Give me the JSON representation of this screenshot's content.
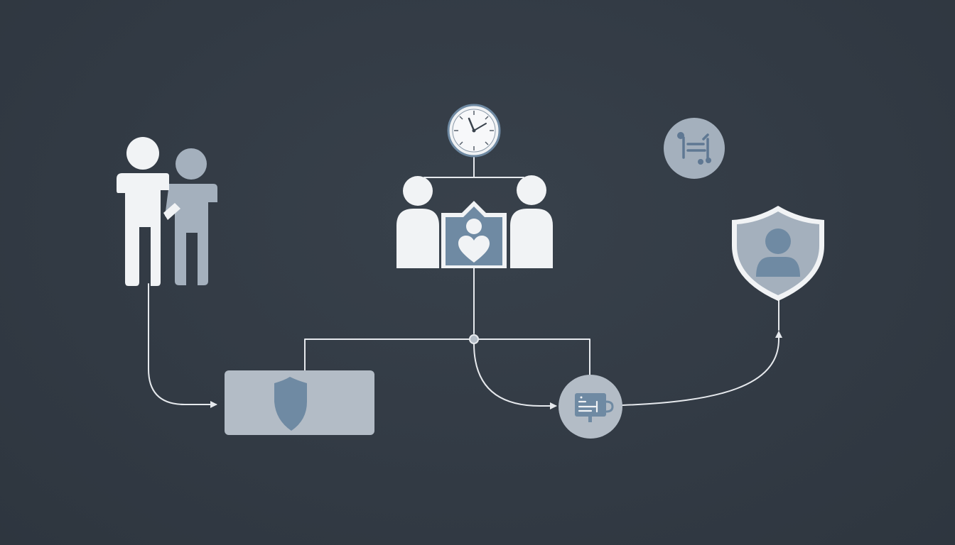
{
  "diagram": {
    "colors": {
      "background": "#333c46",
      "primary_icon": "#f1f3f5",
      "secondary_icon": "#a4b0bd",
      "accent_blue": "#6f8aa3",
      "node_fill": "#b3bcc6",
      "connector": "#e6e9ed"
    },
    "nodes": [
      {
        "id": "two-people",
        "icon": "two-people-icon"
      },
      {
        "id": "clock",
        "icon": "clock-icon"
      },
      {
        "id": "care-group",
        "icon": "people-heart-shield-icon"
      },
      {
        "id": "tools-badge",
        "icon": "tools-icon"
      },
      {
        "id": "protected-user",
        "icon": "user-shield-icon"
      },
      {
        "id": "protection-box",
        "icon": "shield-icon"
      },
      {
        "id": "monitor-badge",
        "icon": "monitor-icon"
      }
    ],
    "edges": [
      {
        "from": "clock",
        "to": "care-group"
      },
      {
        "from": "care-group",
        "to": "junction"
      },
      {
        "from": "junction",
        "to": "protection-box"
      },
      {
        "from": "junction",
        "to": "monitor-badge"
      },
      {
        "from": "two-people",
        "to": "protection-box",
        "arrow": true
      },
      {
        "from": "junction",
        "to": "monitor-badge",
        "arrow": true
      },
      {
        "from": "monitor-badge",
        "to": "protected-user",
        "arrow": true
      }
    ]
  }
}
